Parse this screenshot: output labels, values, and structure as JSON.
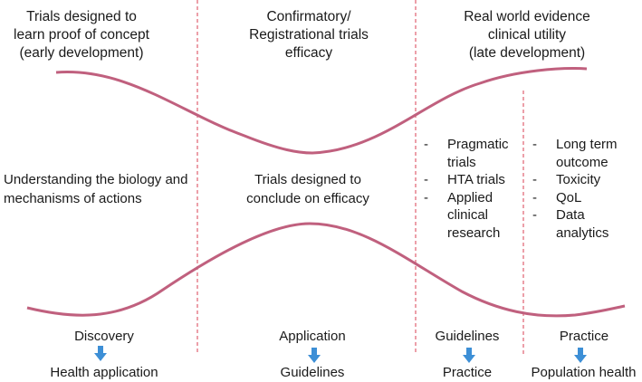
{
  "header": {
    "col1": [
      "Trials designed to",
      "learn proof of concept",
      "(early development)"
    ],
    "col2": [
      "Confirmatory/",
      "Registrational trials",
      "efficacy"
    ],
    "col3": [
      "Real world evidence",
      "clinical utility",
      "(late development)"
    ]
  },
  "middle": {
    "col1": [
      "Understanding the biology and",
      "mechanisms of actions"
    ],
    "col2": [
      "Trials designed to",
      "conclude on efficacy"
    ],
    "col3_items": [
      "Pragmatic trials",
      "HTA trials",
      "Applied clinical research"
    ],
    "col4_items": [
      "Long term outcome",
      "Toxicity",
      "QoL",
      "Data analytics"
    ]
  },
  "flow": [
    {
      "top": "Discovery",
      "bottom": "Health application"
    },
    {
      "top": "Application",
      "bottom": "Guidelines"
    },
    {
      "top": "Guidelines",
      "bottom": "Practice"
    },
    {
      "top": "Practice",
      "bottom": "Population health"
    }
  ],
  "colors": {
    "wave": "#c0607e",
    "divider": "#e06070",
    "arrow": "#3d8fd6"
  },
  "icons": {
    "flow_arrow": "arrow-down-icon"
  }
}
